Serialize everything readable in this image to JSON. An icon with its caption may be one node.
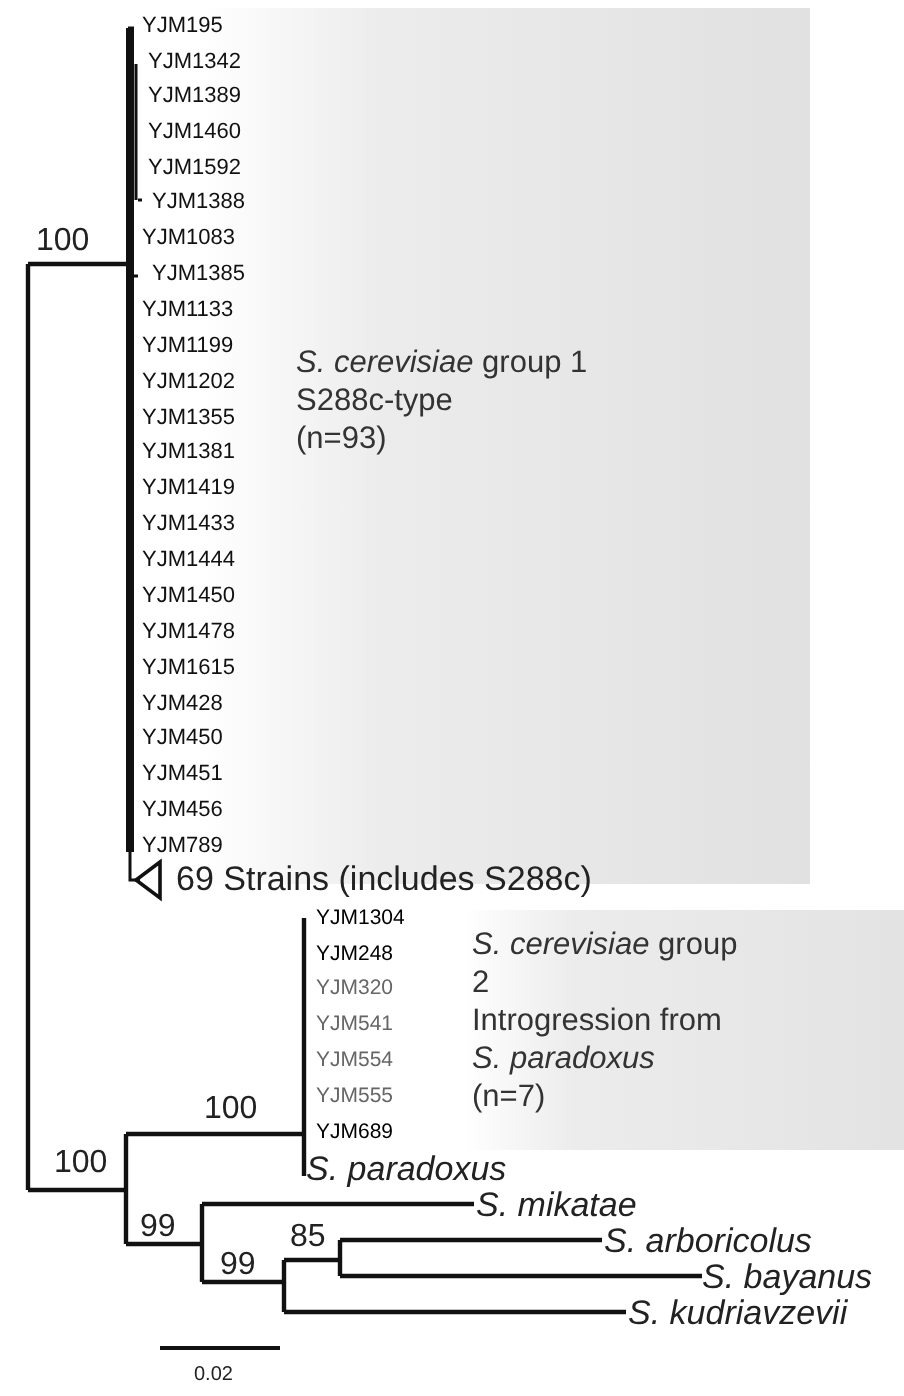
{
  "diagram": {
    "nodes": [
      {
        "text": [
          "*S. cerevisiae* group 1",
          "S288c-type",
          "(n=93)"
        ]
      },
      {
        "text": [
          "*S. cerevisiae* group 2",
          "Introgression from *S. paradoxus*",
          "(n=7)"
        ]
      }
    ],
    "labels": [
      "YJM195",
      "YJM1342",
      "YJM1389",
      "YJM1460",
      "YJM1592",
      "YJM1388",
      "100",
      "YJM1083",
      "YJM1385",
      "YJM1133",
      "YJM1199",
      "YJM1202",
      "YJM1355",
      "YJM1381",
      "YJM1419",
      "YJM1433",
      "YJM1444",
      "YJM1450",
      "YJM1478",
      "YJM1615",
      "YJM428",
      "YJM450",
      "YJM451",
      "YJM456",
      "YJM789",
      "69 Strains (includes S288c)",
      "YJM1304",
      "YJM248",
      "YJM320",
      "YJM541",
      "YJM554",
      "YJM555",
      "100",
      "YJM689",
      "100",
      "S. paradoxus",
      "S. mikatae",
      "99",
      "85",
      "S. arboricolus",
      "99",
      "S. bayanus",
      "S. kudriavzevii",
      "0.02"
    ]
  }
}
